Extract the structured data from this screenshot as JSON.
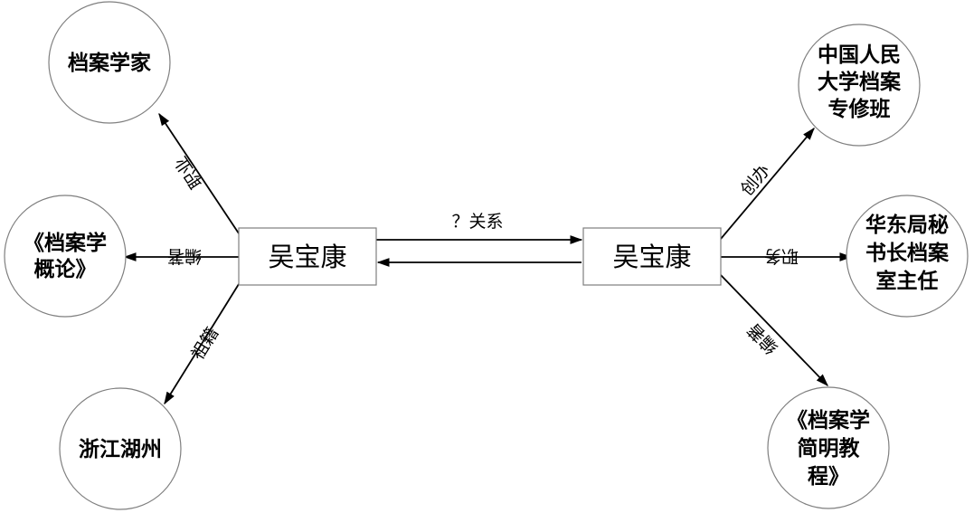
{
  "center_left": {
    "label": "吴宝康"
  },
  "center_right": {
    "label": "吴宝康"
  },
  "center_relation": {
    "label": "？关系"
  },
  "left_nodes": [
    {
      "id": "archivist",
      "lines": [
        "档案学家"
      ],
      "edge_label": "职业"
    },
    {
      "id": "book1",
      "lines": [
        "《档案学",
        "概论》"
      ],
      "edge_label": "编著"
    },
    {
      "id": "hometown",
      "lines": [
        "浙江湖州"
      ],
      "edge_label": "祖籍"
    }
  ],
  "right_nodes": [
    {
      "id": "renda",
      "lines": [
        "中国人民",
        "大学档案",
        "专修班"
      ],
      "edge_label": "创办"
    },
    {
      "id": "huadong",
      "lines": [
        "华东局秘",
        "书长档案",
        "室主任"
      ],
      "edge_label": "职务"
    },
    {
      "id": "book2",
      "lines": [
        "《档案学",
        "简明教",
        "程》"
      ],
      "edge_label": "编著"
    }
  ]
}
